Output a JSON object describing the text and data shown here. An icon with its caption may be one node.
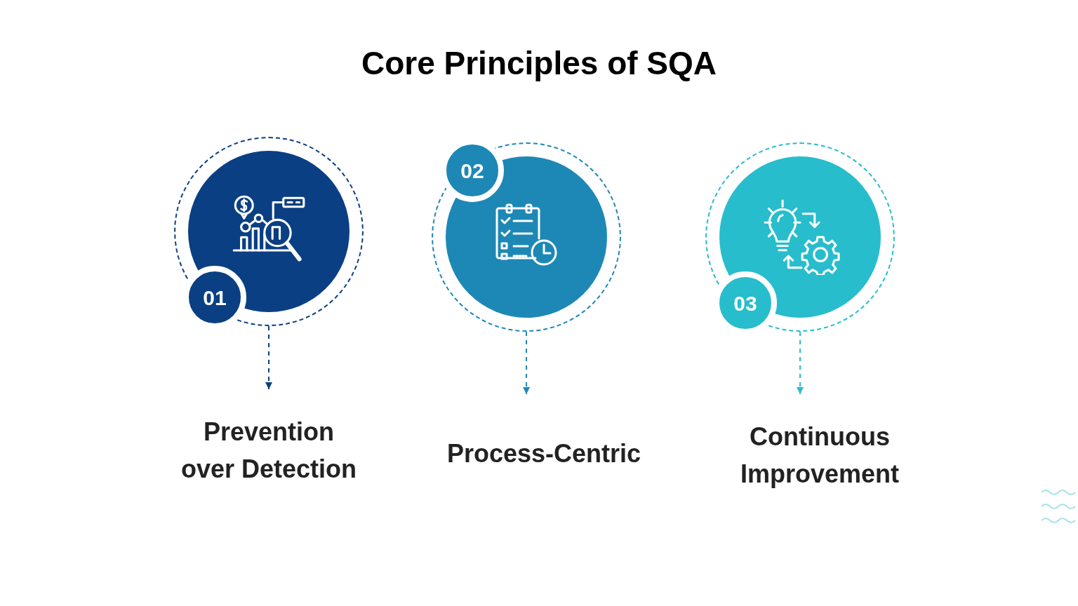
{
  "diagram": {
    "title": "Core Principles of SQA",
    "nodes": [
      {
        "text": [],
        "shape": "circle"
      },
      {
        "text": [
          "01"
        ],
        "in": 0
      },
      {
        "text": [
          "Prevention over Detection"
        ]
      },
      {
        "text": [],
        "shape": "circle"
      },
      {
        "text": [
          "02"
        ],
        "in": 3
      },
      {
        "text": [
          "Process-Centric"
        ]
      },
      {
        "text": [],
        "shape": "circle"
      },
      {
        "text": [
          "03"
        ],
        "in": 6
      },
      {
        "text": [
          "Continuous Improvement"
        ]
      }
    ],
    "edges": [
      {
        "from": 0,
        "to": 2,
        "arrow": "to",
        "style": "dashed",
        "color": "#0b3f83"
      },
      {
        "from": 3,
        "to": 5,
        "arrow": "to",
        "style": "dashed",
        "color": "#1d88b6"
      },
      {
        "from": 6,
        "to": 8,
        "arrow": "to",
        "style": "dashed",
        "color": "#27bdcc"
      }
    ]
  }
}
